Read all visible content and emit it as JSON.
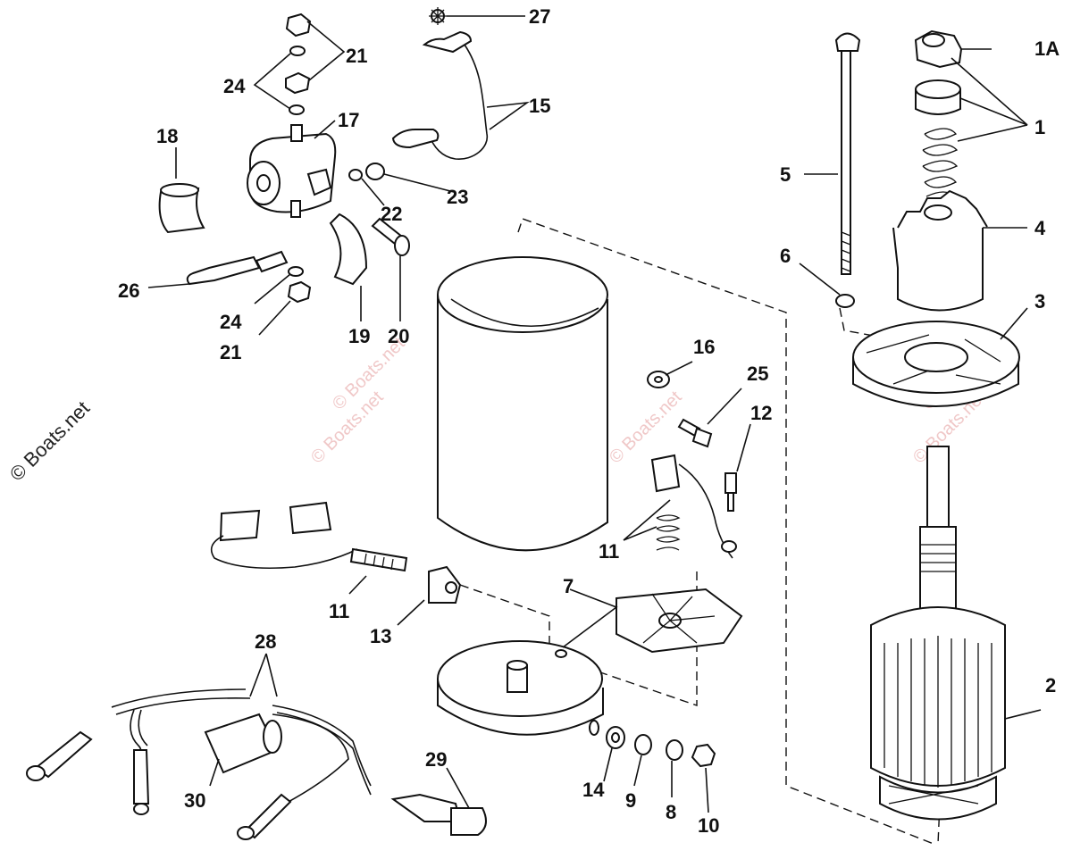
{
  "diagram": {
    "watermark": "© Boats.net",
    "callouts": {
      "c27": "27",
      "c21a": "21",
      "c24a": "24",
      "c17": "17",
      "c15": "15",
      "c18": "18",
      "c22": "22",
      "c23": "23",
      "c26": "26",
      "c24b": "24",
      "c21b": "21",
      "c19": "19",
      "c20": "20",
      "c1A": "1A",
      "c1": "1",
      "c5": "5",
      "c4": "4",
      "c6": "6",
      "c3": "3",
      "c16": "16",
      "c25": "25",
      "c12": "12",
      "c11a": "11",
      "c11b": "11",
      "c13": "13",
      "c7": "7",
      "c28": "28",
      "c29": "29",
      "c30": "30",
      "c14": "14",
      "c9": "9",
      "c8": "8",
      "c10": "10",
      "c2": "2"
    }
  }
}
